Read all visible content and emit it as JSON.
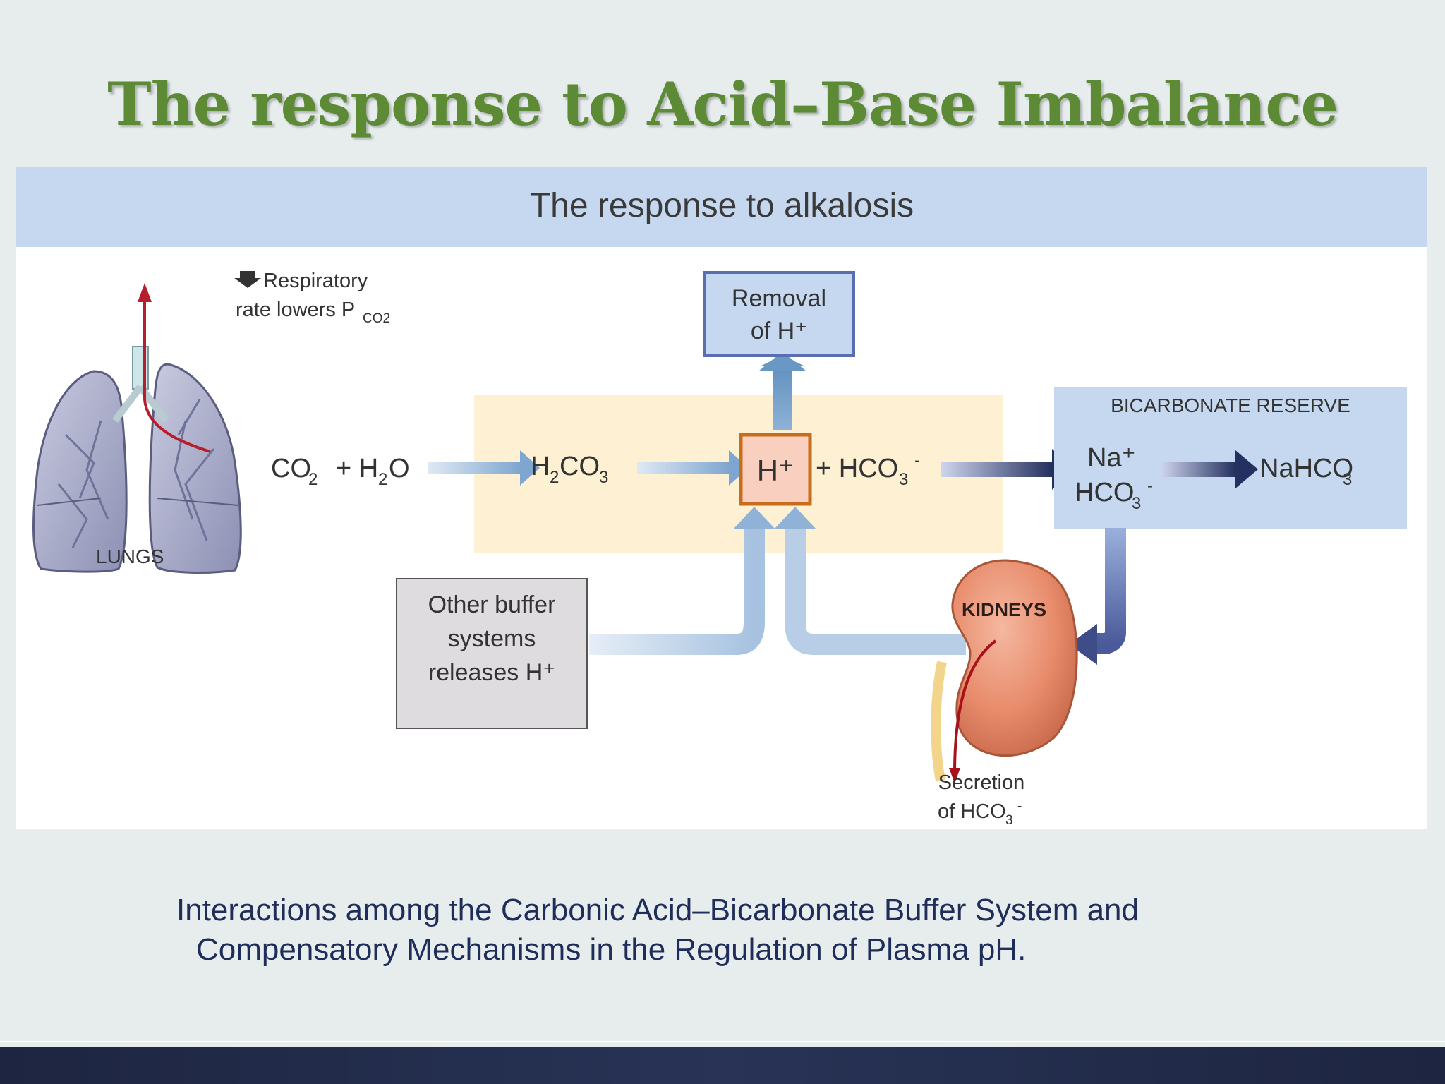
{
  "slide": {
    "title": "The response to Acid–Base Imbalance",
    "panel_title": "The response to alkalosis",
    "caption_line1": "Interactions among the Carbonic Acid–Bicarbonate Buffer System and",
    "caption_line2": "Compensatory Mechanisms in the Regulation of Plasma pH."
  },
  "diagram": {
    "respiratory_line1": "Respiratory",
    "respiratory_line2": "rate lowers P",
    "respiratory_sub": "CO2",
    "lungs_label": "LUNGS",
    "removal_line1": "Removal",
    "removal_line2": "of H⁺",
    "co2": "CO",
    "co2_sub": "2",
    "plus_h2o": "+ H",
    "h2o_sub": "2",
    "h2o_o": "O",
    "h2co3_h": "H",
    "h2co3_sub1": "2",
    "h2co3_co": "CO",
    "h2co3_sub2": "3",
    "h_plus": "H⁺",
    "plus_hco3": "+ HCO",
    "hco3_sub": "3",
    "hco3_sup": "-",
    "bicarb_title": "BICARBONATE RESERVE",
    "na_plus": "Na⁺",
    "hco3_reserve": "HCO",
    "hco3_reserve_sub": "3",
    "hco3_reserve_sup": "-",
    "nahco3": "NaHCO",
    "nahco3_sub": "3",
    "other_line1": "Other buffer",
    "other_line2": "systems",
    "other_line3": "releases H⁺",
    "kidneys_label": "KIDNEYS",
    "secretion_line1": "Secretion",
    "secretion_line2": "of HCO",
    "secretion_sub": "3",
    "secretion_sup": "-"
  }
}
